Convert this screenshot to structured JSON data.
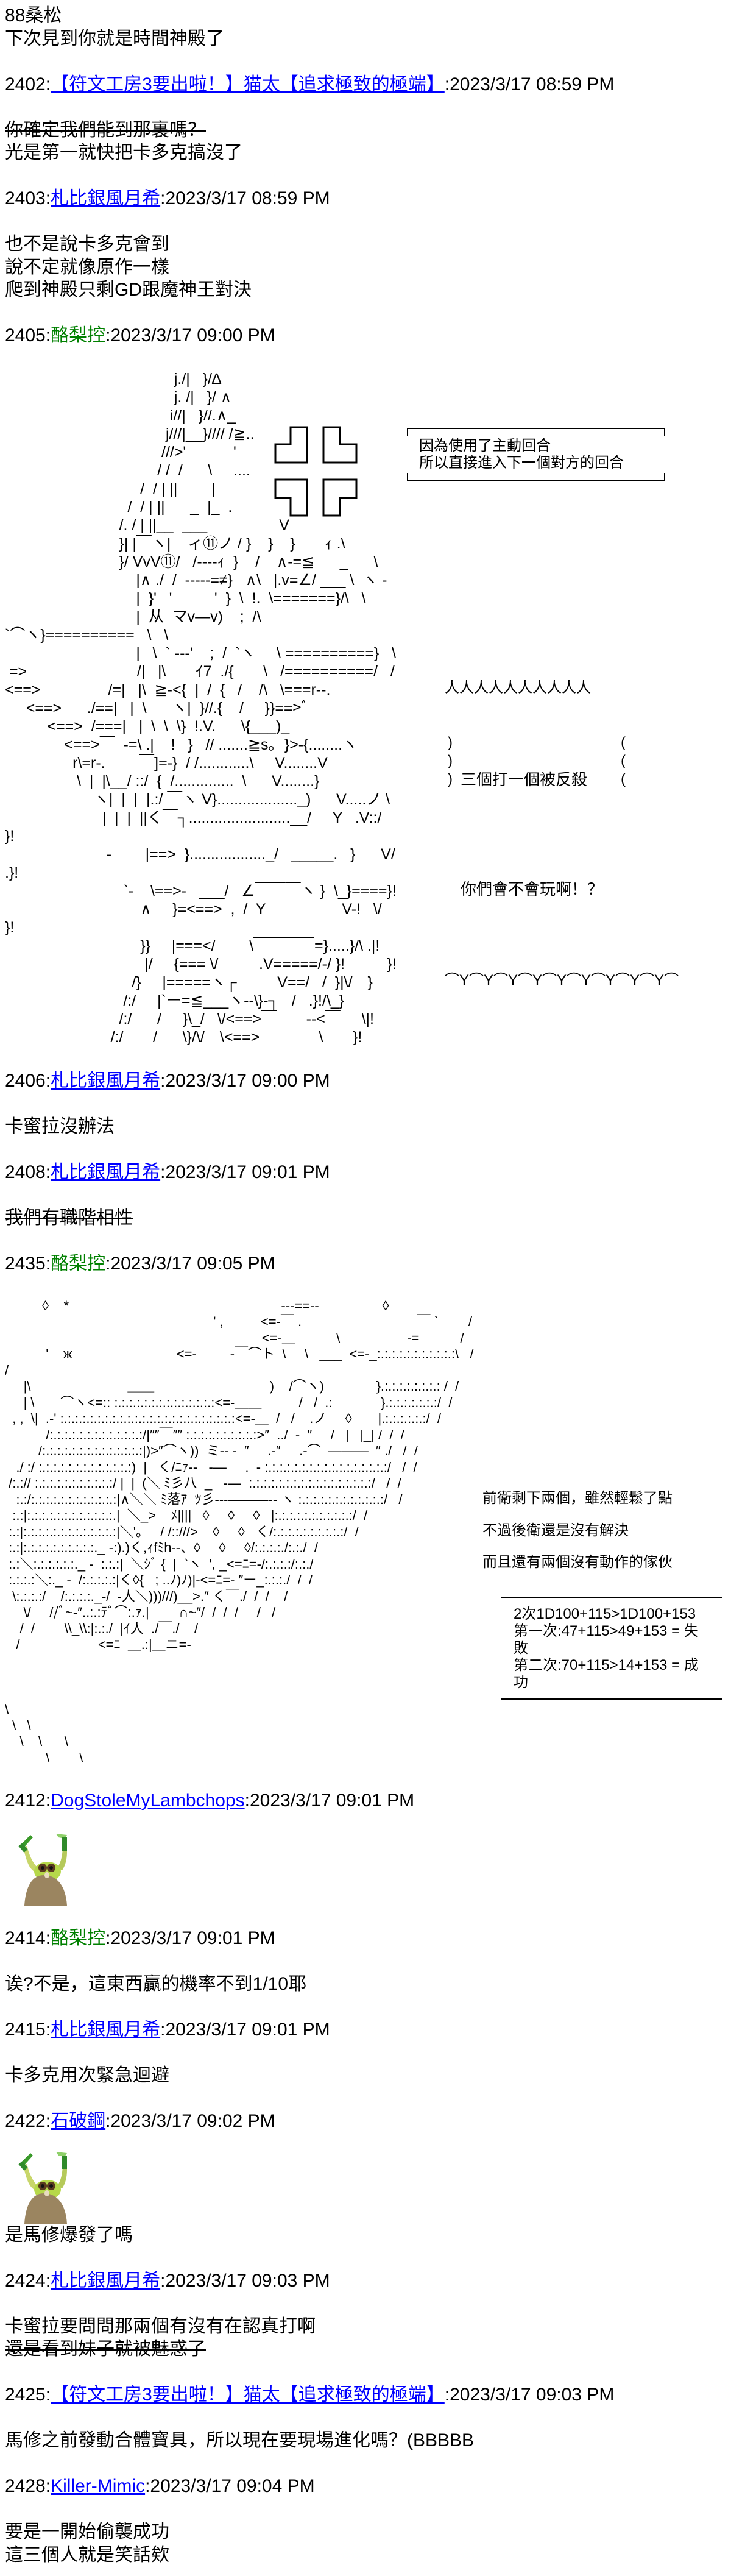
{
  "intro": {
    "lines": [
      "88桑松",
      "下次見到你就是時間神殿了"
    ]
  },
  "posts": {
    "p2402": {
      "number": "2402",
      "user": "【符文工房3要出啦！】猫太【追求極致的極端】",
      "timestamp": "2023/3/17 08:59 PM",
      "lines": [
        "你確定我們能到那裏嗎？",
        "光是第一就快把卡多克搞沒了"
      ]
    },
    "p2403": {
      "number": "2403",
      "user": "札比銀風月希",
      "timestamp": "2023/3/17 08:59 PM",
      "lines": [
        "也不是說卡多克會到",
        "說不定就像原作一樣",
        "爬到神殿只剩GD跟魔神王對決"
      ]
    },
    "p2405": {
      "number": "2405",
      "user": "酪梨控",
      "timestamp": "2023/3/17 09:00 PM",
      "box_lines": [
        "因為使用了主動回合",
        "所以直接進入下一個對方的回合"
      ],
      "bubble_top": "人人人人人人人人人人",
      "bubble_lines": [
        "三個打一個被反殺",
        "你們會不會玩啊！？"
      ],
      "bubble_bottom": "⌒Y⌒Y⌒Y⌒Y⌒Y⌒Y⌒Y⌒Y⌒Y⌒",
      "aa": [
        "                                        j./|   }/∆",
        "                                        j. /|   }/ ∧",
        "                                       i//|   }//.∧_",
        "                                      j///|__}//// /≧..",
        "                                     ///>'￣￣    '",
        "                                    / /  /      \\     ....",
        "                                /  / | ||        |",
        "                             /  / | ||      _  |_  .  ",
        "                           /. / | ||__  ___                 V",
        "                           }| |￣ヽ|    ィ⑪ノ / }    }    }       ｨ .\\",
        "                           }/ VvV⑪/   /----ｨ  }    /    ∧-=≦      _      \\",
        "                               |∧ ./  /  -----=≠}   ∧\\   |.v=∠/ ___ \\  ヽ -",
        "                               |  }'   '          '  }  \\  !.  \\=======}/\\   \\",
        "                               |  从  マv―v)    ;  /\\   `⌒ヽ}==========   \\   \\",
        "                               |   \\  ` ---'    ;  /  `ヽ     \\ ==========}   \\",
        " =>                          /|   |\\       ｲ7  ./{       \\   /==========/   /",
        "<==>                /=|   |\\  ≧-<{  |  /  {   /    /\\   \\===r--.",
        "     <==>      ./==|   |  \\      ヽ|  }//.{    /     }}==>ﾞ￣",
        "          <==>  /===|   |  \\  \\  \\}  !.V.      \\{___)_",
        "              <==>￣  -=\\ .|    !   }   // .......≧s｡  }>-{........ヽ",
        "                r\\=r-.        ￣]=-}  / /............\\     V........V",
        "                 \\  |  |\\__/ ::/  {  /..............  \\      V........}",
        "                     ヽ|  |  |  |.:/ ￣ヽ V}..................._)      V.....ノ \\",
        "                       |  |  |  ||く￣┐........................__/     Y   .V::/   }!",
        "                        -        |==>  }.................._/   _____.   }      V/    .}!",
        "                            `-    \\==>-   ___/   ∠￣￣￣ヽ }  \\_}====}!",
        "                                ∧     }=<==>  ,  /  Y￣￣￣￣￣V-!   \\/    }!",
        "                                }}     |===</        \\￣￣￣￣=}.....}/\\ .|!",
        "                                 |/     {=== \\/￣      .V=====/-/ }!          }!",
        "                              /}     |=====ヽ┌￣      V==/   /  }|\\/￣}",
        "                            /:/     |`ー=≦___ヽ--\\}-┐   /   .}!/\\_}",
        "                           /:/      /     }\\_/   \\/<==>￣       --<￣     \\|!",
        "                         /:/       /      \\}/\\/￣\\<==>              \\       }!"
      ]
    },
    "p2406": {
      "number": "2406",
      "user": "札比銀風月希",
      "timestamp": "2023/3/17 09:00 PM",
      "lines": [
        "卡蜜拉沒辦法"
      ]
    },
    "p2408": {
      "number": "2408",
      "user": "札比銀風月希",
      "timestamp": "2023/3/17 09:01 PM",
      "lines": [
        "我們有職階相性"
      ]
    },
    "p2435": {
      "number": "2435",
      "user": "酪梨控",
      "timestamp": "2023/3/17 09:05 PM",
      "side_lines": [
        "前衛剩下兩個，雖然輕鬆了點",
        "不過後衛還是沒有解決",
        "而且還有兩個沒有動作的傢伙"
      ],
      "box_lines": [
        "2次1D100+115>1D100+153",
        "第一次:47+115>49+153 = 失敗",
        "第二次:70+115>14+153 = 成功"
      ],
      "aa": [
        "          ◊    *                                                         ---==--                 ◊",
        "                                                        ' ,          <=-￣ .                               ￣ `        /",
        "                                                                     <=-＿           \\                  -=           /",
        "           '    ж                            <=-         -￣⌒ト  \\     \\   ___  <=-_:.:.:.:.:.:.:.:.:.:.:\\   /  /",
        "     |\\                          ＿＿                               )    /⌒ヽ)              }.:.:.:.:.:.:.:.: /  /",
        "     | \\       ⌒ヽ<=:: :.:.:.:.:.:.:.:.:.:.:.:.:.:<=-＿＿          /   /  .:             }.:.:.:.:.:.:.:/  /",
        "  , ,  \\|  .-' :.:.:.:.:.:.:.:.:.:.:.:.:.:.:.:.:.:.:.:.:.:.:.:<=-＿  /   /    .ノ     ◊       |.:.:.:.:.:.:/  /",
        "           /:.:.:.:.:.:.:.:.:.:.:.:.:/|″″￣″″ :.:.:.:.:.:.:.:.:.:>″  ../  -  ″     /   |   |_| /  /  /",
        "         /:.:.:.:.:.:.:.:.:.:.:.:.:.:|)>″⌒ヽ))  ミ-- -  ″     .-″     .-⌒  ―――  ″ ./   /  /",
        "   ./ :/ :.:.:.:.:.:.:.:.:.:.:.:.:)  |   く/ﾆｧ--   -―     .  - :.:.:.:.:.:.:.:.:.:.:.:.:.:.:.:.:/   /  /",
        " /:.:// :.:.:.:.:.:.:.:.:.:.:/ |  |  (＼ ﾐ彡八  _   -―  :.:.:.:.:.:.:.:.:.:.:.:.:.:.:.:.:/   /  /",
        "   :.:/:.:.:.:.:.:.:.:.:.:.:.:|∧＼＼ ﾐ落ｱ  ﾂ彡---―――-- ヽ :.:.:.:.:.:.:.:.:.:.:.:/   /",
        "  :.:|:.:.:.:.:.:.:.:.:.:.:.:.|  ＼_>    ﾒ||||   ◊     ◊     ◊   |:.:.:.:.:.:.:.:.:.:.:/  /",
        " :.:|:.:.:.:.:.:.:.:.:.:.:.:.:|＼'。   / /::///>    ◊     ◊   く/:.:.:.:.:.:.:.:.:.:/  /",
        " :.:|:.:.:.:.:.:.:.:.:.:._ -:).)く,ｨfﾐh--、◊     ◊     ◊/:.:.:.:./:.:./  /",
        " :.:＼:.:.:.:.:.:._ -  :.:.:|  ＼ｼﾞ {  |  `ヽ  ', _<=ﾆ=-/:.:.:.:/:.:./",
        " :.:.:.:＼:._ -  /:.:.:.:.:|く◊{   ; ..ﾉ)ﾉ)|-<=ﾆ=- ″ー_:.:.:./  /  /",
        "  \\:.:.:.:/    /:.:.:.:._-/  -人＼)))///)__>.″ く￣./  /  /    /",
        "     \\/     //ﾞ~-″..:.:ﾃﾞ⌒:.ｧ.|        ∩~″/  /  /  /     /   /",
        "    /  /        \\\\_\\\\:|:.:./  |ｲ人  ./￣./    /",
        "   /                     <=ﾆ  ＿.:|＿ニ=-",
        "",
        "",
        "",
        "\\",
        "  \\   \\",
        "    \\    \\      \\",
        "           \\        \\"
      ]
    },
    "p2412": {
      "number": "2412",
      "user": "DogStoleMyLambchops",
      "timestamp": "2023/3/17 09:01 PM",
      "image": "slow-loris-with-leek-sticker"
    },
    "p2414": {
      "number": "2414",
      "user": "酪梨控",
      "timestamp": "2023/3/17 09:01 PM",
      "lines": [
        "诶?不是，這東西贏的機率不到1/10耶"
      ]
    },
    "p2415": {
      "number": "2415",
      "user": "札比銀風月希",
      "timestamp": "2023/3/17 09:01 PM",
      "lines": [
        "卡多克用次緊急迴避"
      ]
    },
    "p2422": {
      "number": "2422",
      "user": "石破鋼",
      "timestamp": "2023/3/17 09:02 PM",
      "image": "slow-loris-with-leek-sticker",
      "lines": [
        "是馬修爆發了嗎"
      ]
    },
    "p2424": {
      "number": "2424",
      "user": "札比銀風月希",
      "timestamp": "2023/3/17 09:03 PM",
      "lines": [
        "卡蜜拉要問問那兩個有沒有在認真打啊",
        "還是看到妹子就被魅惑了"
      ]
    },
    "p2425": {
      "number": "2425",
      "user": "【符文工房3要出啦！】猫太【追求極致的極端】",
      "timestamp": "2023/3/17 09:03 PM",
      "lines": [
        "馬修之前發動合體寶具，所以現在要現場進化嗎？(BBBBB"
      ]
    },
    "p2428": {
      "number": "2428",
      "user": "Killer-Mimic",
      "timestamp": "2023/3/17 09:04 PM",
      "lines": [
        "要是一開始偷襲成功",
        "這三個人就是笑話欸"
      ]
    }
  },
  "separator": ":",
  "colors": {
    "link": "#0000ff",
    "green_user": "#008000",
    "text": "#000000"
  }
}
